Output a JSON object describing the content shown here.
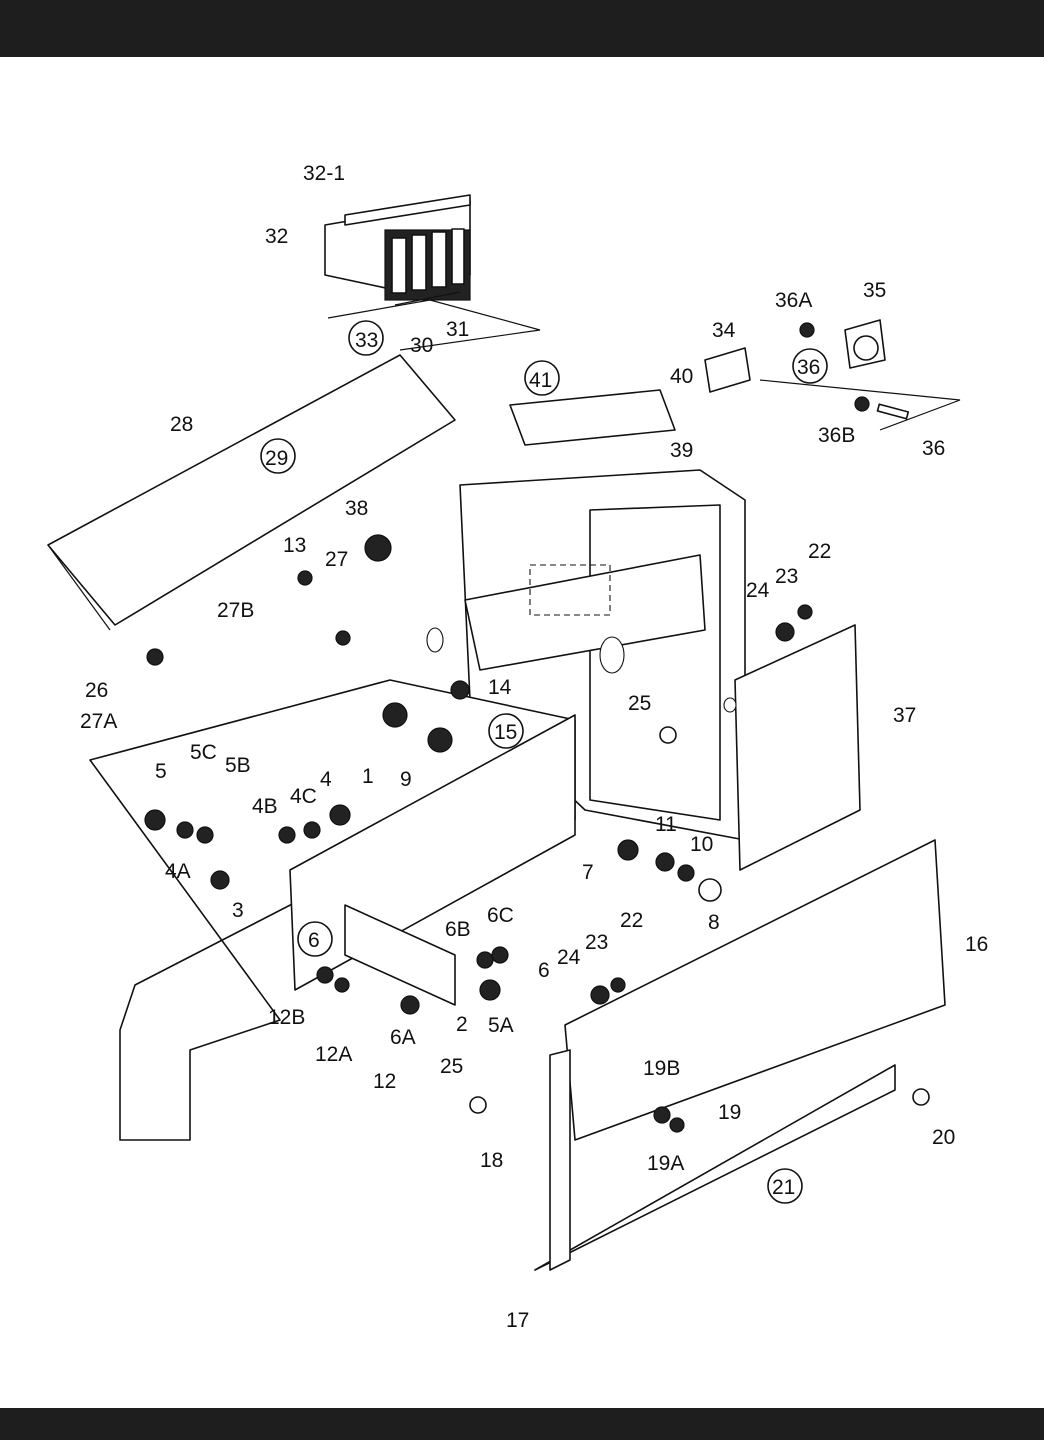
{
  "header_band_color": "#1e1e1e",
  "footer_band_color": "#1e1e1e",
  "callouts": [
    "32-1",
    "32",
    "33",
    "30",
    "31",
    "34",
    "35",
    "36A",
    "36",
    "36B",
    "36",
    "41",
    "40",
    "39",
    "28",
    "29",
    "38",
    "13",
    "27",
    "27B",
    "26",
    "27A",
    "14",
    "15",
    "22",
    "23",
    "24",
    "25",
    "37",
    "5",
    "5C",
    "5B",
    "4",
    "4B",
    "4C",
    "1",
    "9",
    "4A",
    "3",
    "11",
    "10",
    "7",
    "8",
    "6",
    "6B",
    "6C",
    "6",
    "12B",
    "12A",
    "12",
    "6A",
    "2",
    "5A",
    "24",
    "23",
    "22",
    "25",
    "16",
    "19B",
    "19",
    "19A",
    "18",
    "20",
    "21",
    "17"
  ],
  "circled_callouts": [
    "33",
    "29",
    "41",
    "36",
    "15",
    "6",
    "21"
  ]
}
